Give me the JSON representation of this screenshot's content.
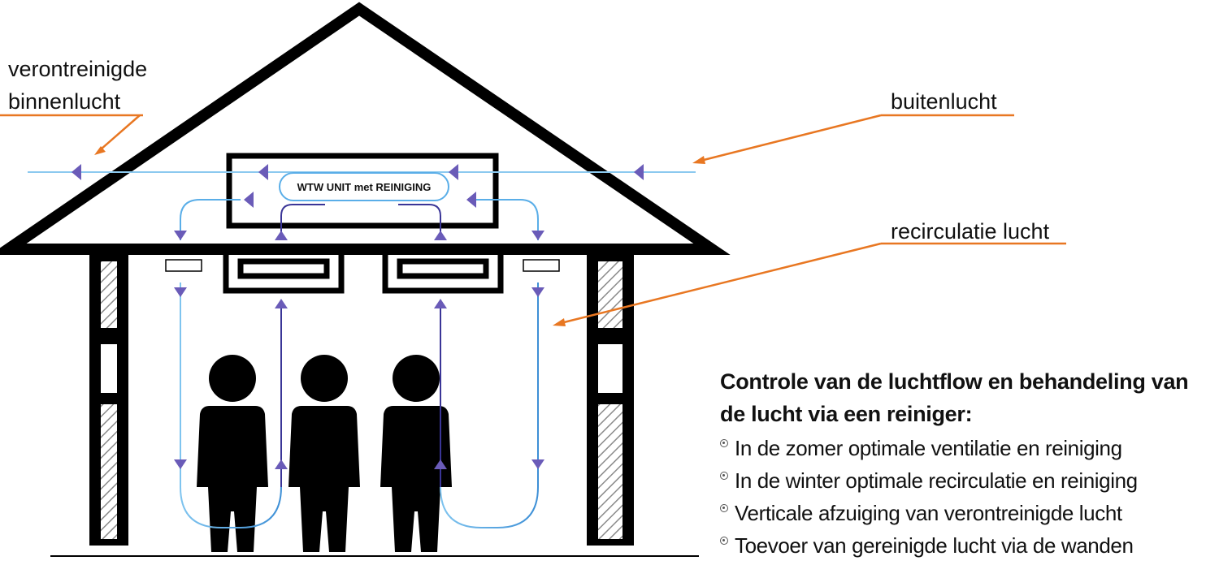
{
  "diagram": {
    "labels": {
      "indoor_polluted_line1": "verontreinigde",
      "indoor_polluted_line2": "binnenlucht",
      "outdoor": "buitenlucht",
      "recirculation": "recirculatie lucht",
      "unit": "WTW UNIT met REINIGING"
    },
    "colors": {
      "structure": "#000000",
      "label_leader": "#e87722",
      "light_flow": "#5aaee8",
      "dark_flow": "#3a3597",
      "arrow_head": "#6a5bb8",
      "hatch": "#808080"
    }
  },
  "panel": {
    "title": "Controle van de luchtflow en behandeling van de lucht via een reiniger:",
    "items": [
      "In de zomer optimale ventilatie en reiniging",
      "In de winter optimale recirculatie en reiniging",
      "Verticale afzuiging van verontreinigde lucht",
      "Toevoer van gereinigde lucht via de wanden"
    ]
  }
}
